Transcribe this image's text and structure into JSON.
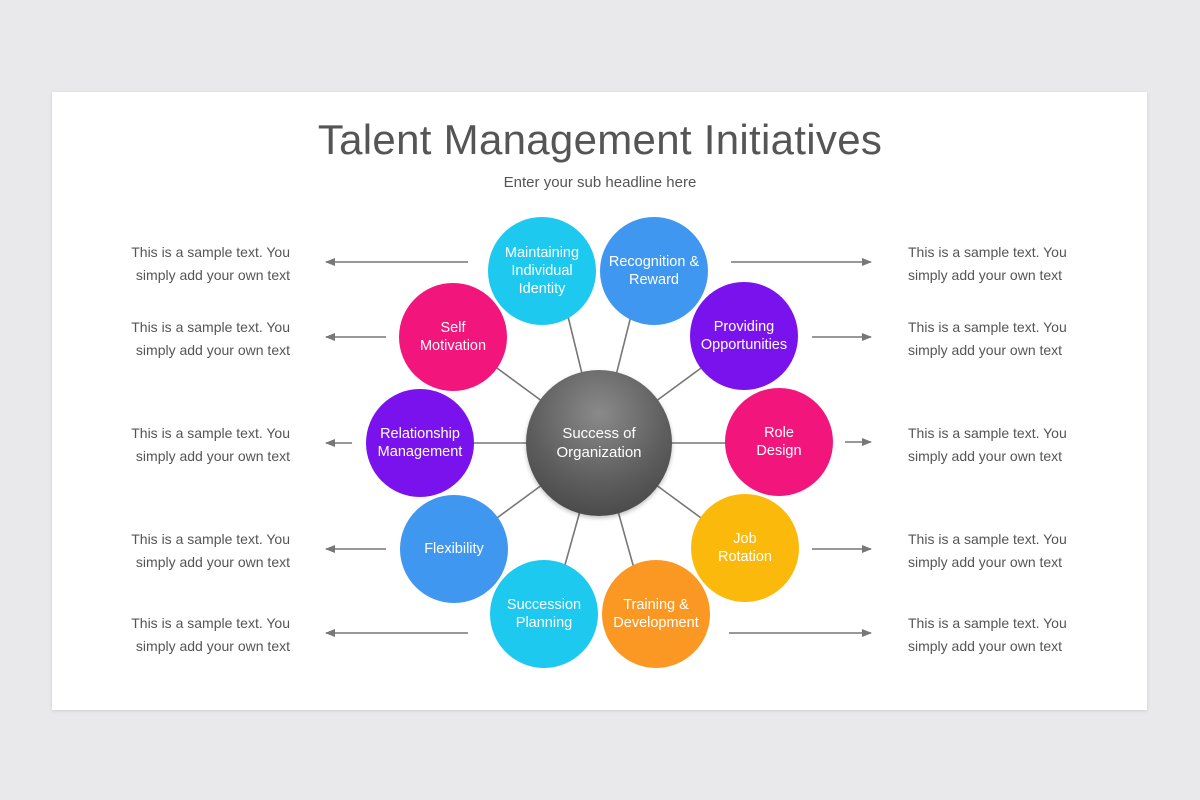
{
  "slide": {
    "title": "Talent Management Initiatives",
    "subtitle": "Enter your sub headline here"
  },
  "center": {
    "label": "Success of\nOrganization"
  },
  "nodes": [
    {
      "label": "Maintaining\nIndividual\nIdentity",
      "color": "#1dc9ee"
    },
    {
      "label": "Recognition &\nReward",
      "color": "#3f97f0"
    },
    {
      "label": "Providing\nOpportunities",
      "color": "#7a12ee"
    },
    {
      "label": "Role\nDesign",
      "color": "#f2157c"
    },
    {
      "label": "Job\nRotation",
      "color": "#fbb90b"
    },
    {
      "label": "Training &\nDevelopment",
      "color": "#fb9823"
    },
    {
      "label": "Succession\nPlanning",
      "color": "#1dc9ee"
    },
    {
      "label": "Flexibility",
      "color": "#3f97f0"
    },
    {
      "label": "Relationship\nManagement",
      "color": "#7a12ee"
    },
    {
      "label": "Self\nMotivation",
      "color": "#f2157c"
    }
  ],
  "notes": {
    "left": [
      "This is a sample text. You\nsimply add your own text",
      "This is a sample text. You\nsimply add your own text",
      "This is a sample text. You\nsimply add your own text",
      "This is a sample text. You\nsimply add your own text",
      "This is a sample text. You\nsimply add your own text"
    ],
    "right": [
      "This is a sample text. You\nsimply add your own text",
      "This is a sample text. You\nsimply add your own text",
      "This is a sample text. You\nsimply add your own text",
      "This is a sample text. You\nsimply add your own text",
      "This is a sample text. You\nsimply add your own text"
    ]
  },
  "colors": {
    "line": "#777777",
    "arrow": "#777777"
  }
}
